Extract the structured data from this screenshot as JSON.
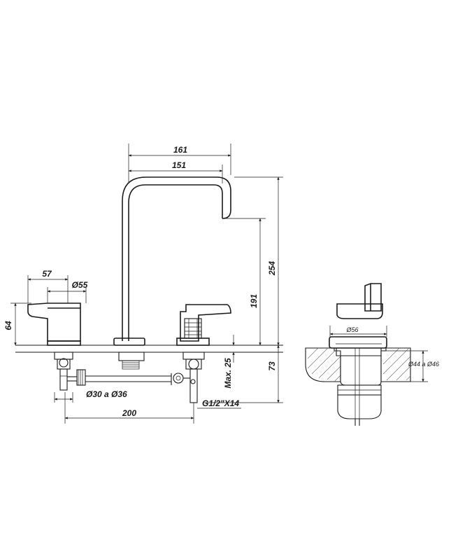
{
  "dimensions": {
    "spout_width_outer": "161",
    "spout_width_inner": "151",
    "total_height": "254",
    "spout_outlet_height": "191",
    "handle_length": "57",
    "handle_diameter": "Ø55",
    "handle_height": "64",
    "hole_diameter": "Ø30 a Ø36",
    "deck_thickness_max": "Max. 25",
    "under_deck_depth": "73",
    "center_spacing": "200",
    "connection_thread": "G1/2\"X14",
    "drain_cap_diameter": "Ø56",
    "drain_hole_diameter": "Ø44 a Ø46"
  }
}
